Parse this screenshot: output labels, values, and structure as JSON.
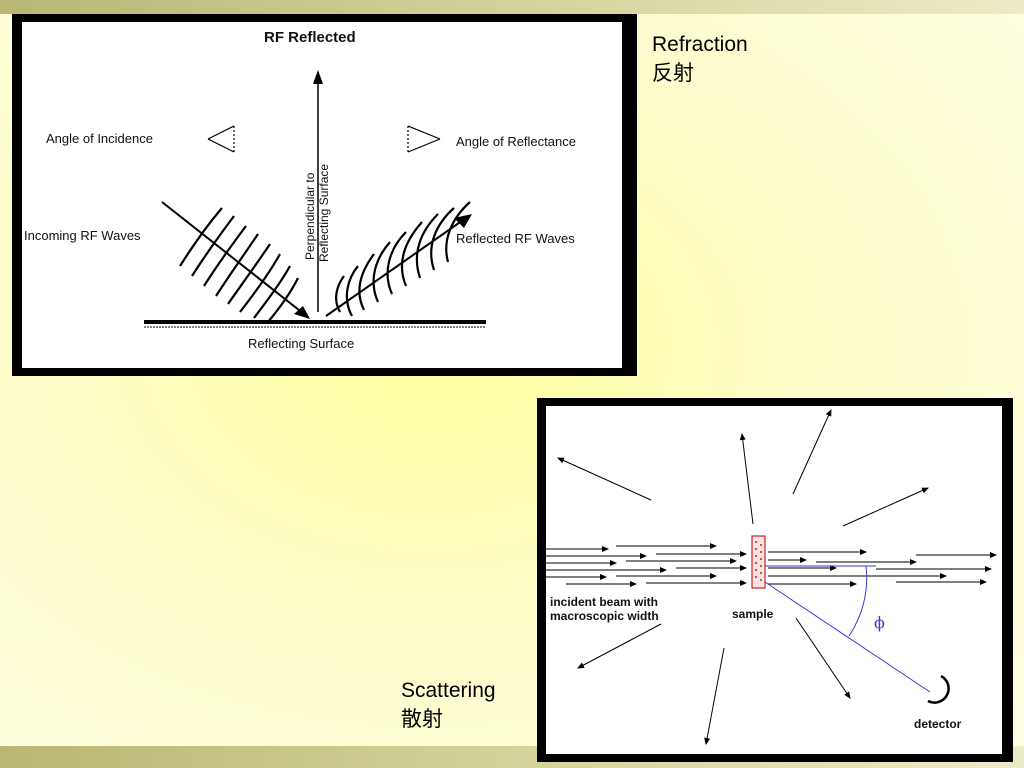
{
  "slide": {
    "refraction": {
      "title": "Refraction",
      "subtitle": "反射"
    },
    "scattering": {
      "title": "Scattering",
      "subtitle": "散射"
    }
  },
  "rf_diagram": {
    "title": "RF Reflected",
    "angle_incidence": "Angle of Incidence",
    "angle_reflectance": "Angle of Reflectance",
    "perpendicular_line1": "Perpendicular to",
    "perpendicular_line2": "Reflecting Surface",
    "incoming_waves": "Incoming RF Waves",
    "reflected_waves": "Reflected RF Waves",
    "surface": "Reflecting Surface"
  },
  "scatter_diagram": {
    "incident_line1": "incident beam with",
    "incident_line2": "macroscopic width",
    "sample": "sample",
    "angle_symbol": "ϕ",
    "detector": "detector",
    "beam_color": "#3a3acc"
  }
}
